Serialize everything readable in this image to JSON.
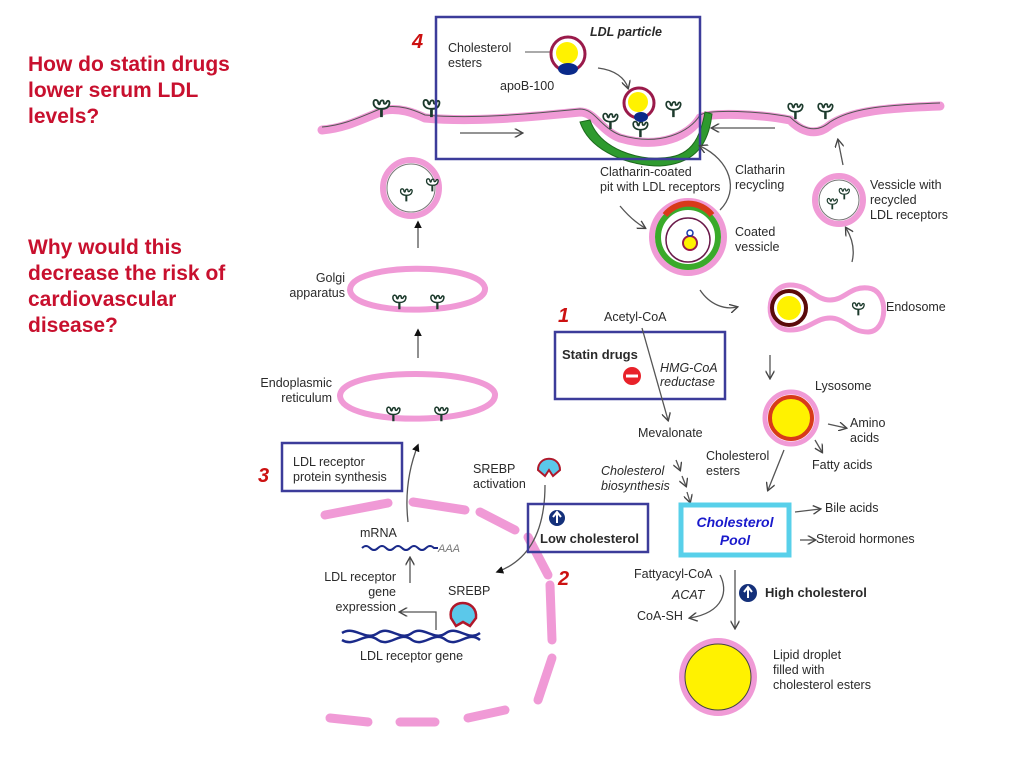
{
  "questions": {
    "q1": "How do statin drugs lower serum LDL levels?",
    "q2": "Why would this decrease the risk of cardiovascular disease?"
  },
  "step_numbers": {
    "n1": "1",
    "n2": "2",
    "n3": "3",
    "n4": "4"
  },
  "ldl_box": {
    "title": "LDL particle",
    "cholesterol_esters_1": "Cholesterol",
    "cholesterol_esters_2": "esters",
    "apob": "apoB-100"
  },
  "labels": {
    "clathrin_pit_1": "Clatharin-coated",
    "clathrin_pit_2": "pit with LDL receptors",
    "clathrin_recycling_1": "Clatharin",
    "clathrin_recycling_2": "recycling",
    "coated_vesicle_1": "Coated",
    "coated_vesicle_2": "vessicle",
    "recycled_vesicle_1": "Vessicle with",
    "recycled_vesicle_2": "recycled",
    "recycled_vesicle_3": "LDL receptors",
    "endosome": "Endosome",
    "lysosome": "Lysosome",
    "amino_acids_1": "Amino",
    "amino_acids_2": "acids",
    "fatty_acids": "Fatty acids",
    "cholesterol_esters_1": "Cholesterol",
    "cholesterol_esters_2": "esters",
    "golgi_1": "Golgi",
    "golgi_2": "apparatus",
    "er_1": "Endoplasmic",
    "er_2": "reticulum",
    "acetyl_coa": "Acetyl-CoA",
    "hmg_1": "HMG-CoA",
    "hmg_2": "reductase",
    "mevalonate": "Mevalonate",
    "biosynthesis_1": "Cholesterol",
    "biosynthesis_2": "biosynthesis",
    "bile_acids": "Bile acids",
    "steroid_hormones": "Steroid hormones",
    "fattyacyl_coa": "Fattyacyl-CoA",
    "acat": "ACAT",
    "coa_sh": "CoA-SH",
    "high_cholesterol": "High cholesterol",
    "lipid_droplet_1": "Lipid droplet",
    "lipid_droplet_2": "filled with",
    "lipid_droplet_3": "cholesterol esters",
    "srebp_activation_1": "SREBP",
    "srebp_activation_2": "activation",
    "srebp": "SREBP",
    "mrna": "mRNA",
    "aaa": "AAA",
    "gene_expression_1": "LDL receptor",
    "gene_expression_2": "gene",
    "gene_expression_3": "expression",
    "ldl_gene": "LDL receptor gene"
  },
  "boxes": {
    "statin": "Statin drugs",
    "low_cholesterol": "Low cholesterol",
    "protein_synthesis_1": "LDL receptor",
    "protein_synthesis_2": "protein synthesis",
    "pool_1": "Cholesterol",
    "pool_2": "Pool"
  },
  "colors": {
    "question_red": "#c8102e",
    "box_blue": "#3c3c9a",
    "membrane_pink": "#f09ad6",
    "clathrin_green": "#2e9a2e",
    "core_yellow": "#fff200",
    "pool_cyan": "#58d0ea"
  }
}
